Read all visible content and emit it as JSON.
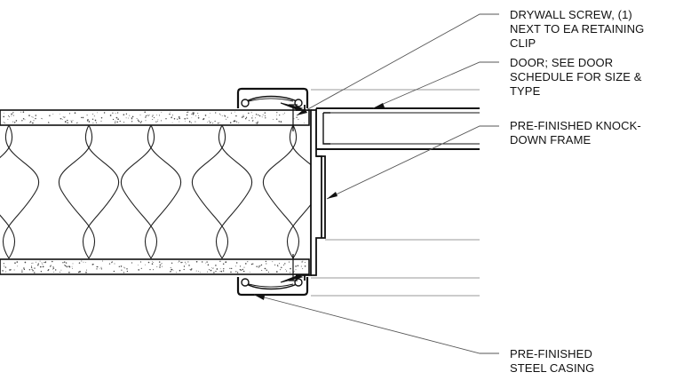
{
  "notes": {
    "screw": {
      "lines": [
        "DRYWALL SCREW, (1)",
        "NEXT TO EA RETAINING",
        "CLIP"
      ]
    },
    "door": {
      "lines": [
        "DOOR; SEE DOOR",
        "SCHEDULE FOR SIZE &",
        "TYPE"
      ]
    },
    "frame": {
      "lines": [
        "PRE-FINISHED KNOCK-",
        "DOWN FRAME"
      ]
    },
    "casing": {
      "lines": [
        "PRE-FINISHED",
        "STEEL CASING"
      ]
    }
  },
  "colors": {
    "ink": "#111111",
    "leader": "#555555",
    "light": "#9a9a9a",
    "background": "#ffffff"
  }
}
